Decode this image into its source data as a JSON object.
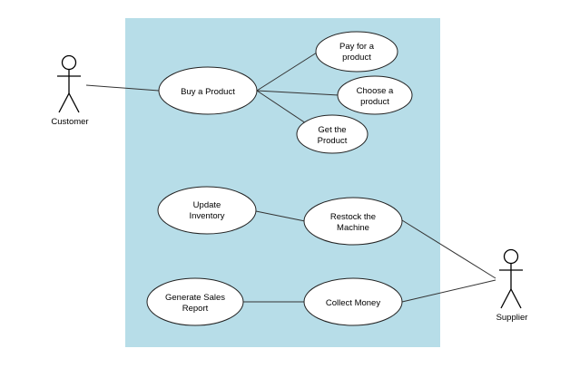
{
  "system_boundary": {
    "fill": "#b7dde8"
  },
  "actors": {
    "customer": {
      "label": "Customer"
    },
    "supplier": {
      "label": "Supplier"
    }
  },
  "use_cases": {
    "buy": {
      "lines": [
        "Buy a Product"
      ]
    },
    "pay": {
      "lines": [
        "Pay for a",
        "product"
      ]
    },
    "choose": {
      "lines": [
        "Choose a",
        "product"
      ]
    },
    "get": {
      "lines": [
        "Get the",
        "Product"
      ]
    },
    "update": {
      "lines": [
        "Update",
        "Inventory"
      ]
    },
    "restock": {
      "lines": [
        "Restock the",
        "Machine"
      ]
    },
    "report": {
      "lines": [
        "Generate Sales",
        "Report"
      ]
    },
    "collect": {
      "lines": [
        "Collect Money"
      ]
    }
  }
}
